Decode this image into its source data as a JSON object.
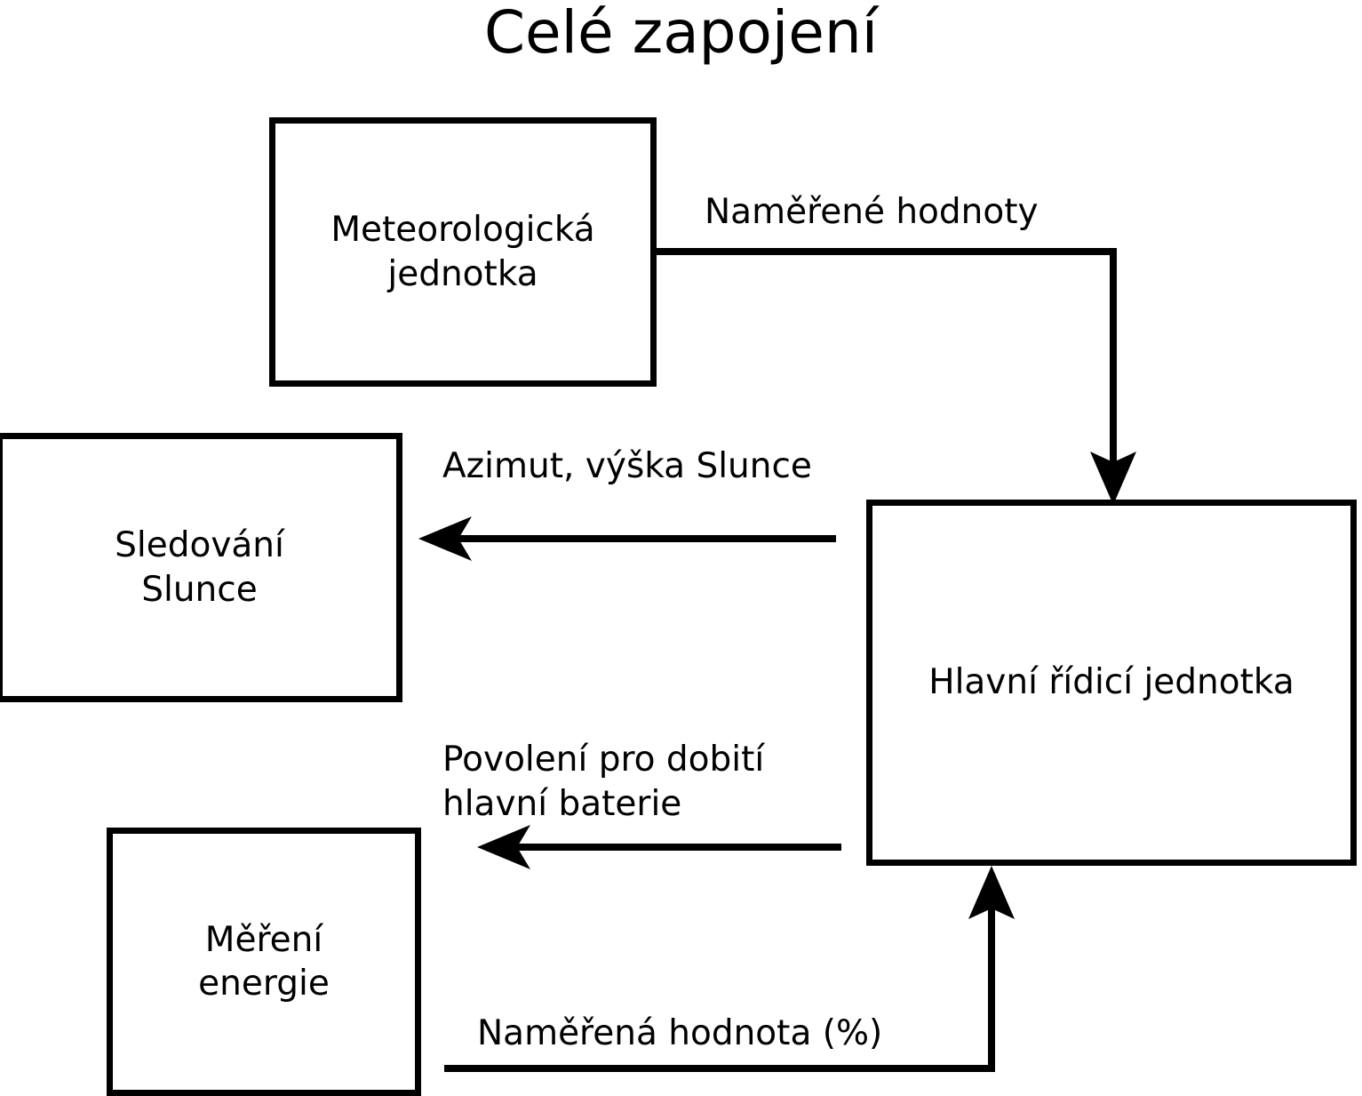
{
  "diagram": {
    "title": "Celé zapojení",
    "stroke_color": "#000000",
    "background_color": "#ffffff",
    "nodes": [
      {
        "id": "meteo",
        "label": "Meteorologická\njednotka"
      },
      {
        "id": "sun_track",
        "label": "Sledování\nSlunce"
      },
      {
        "id": "main_ctrl",
        "label": "Hlavní řídicí jednotka"
      },
      {
        "id": "energy",
        "label": "Měření\nenergie"
      }
    ],
    "edges": [
      {
        "id": "e1",
        "from": "meteo",
        "to": "main_ctrl",
        "label": "Naměřené hodnoty",
        "direction": "down"
      },
      {
        "id": "e2",
        "from": "main_ctrl",
        "to": "sun_track",
        "label": "Azimut, výška Slunce",
        "direction": "left"
      },
      {
        "id": "e3",
        "from": "main_ctrl",
        "to": "energy",
        "label": "Povolení pro dobití\nhlavní baterie",
        "direction": "left"
      },
      {
        "id": "e4",
        "from": "energy",
        "to": "main_ctrl",
        "label": "Naměřená hodnota (%)",
        "direction": "up"
      }
    ]
  }
}
